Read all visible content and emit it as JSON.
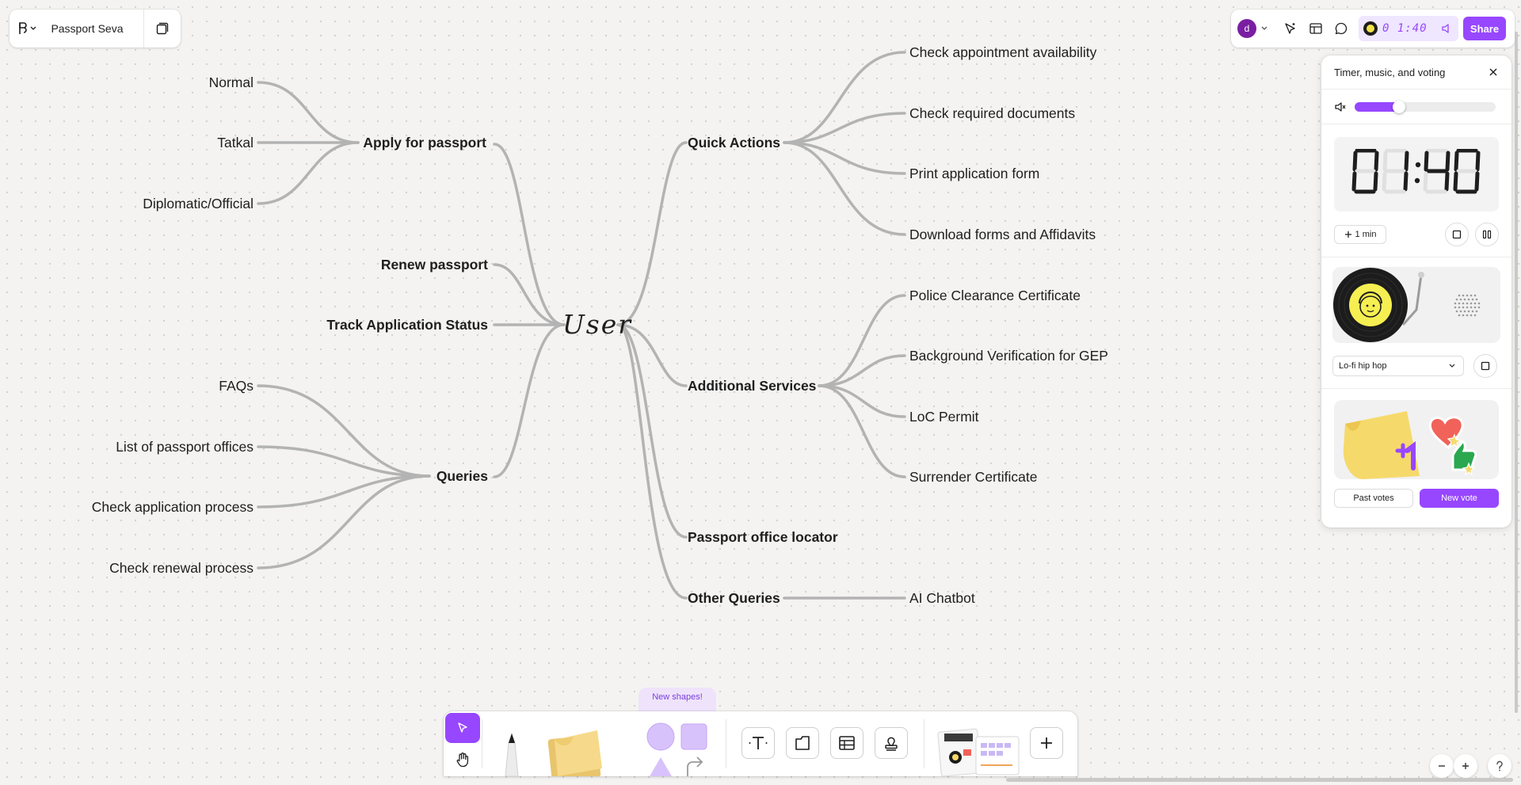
{
  "file": {
    "name": "Passport Seva"
  },
  "topbar": {
    "avatar_letter": "d",
    "timer_value": "0 1:40",
    "share_label": "Share"
  },
  "panel": {
    "title": "Timer, music, and voting",
    "volume_level": 0.28,
    "timer_display": "01:40",
    "add_time_label": "1 min",
    "music_track": "Lo-fi hip hop",
    "past_votes_label": "Past votes",
    "new_vote_label": "New vote"
  },
  "mindmap": {
    "root": "User",
    "left": [
      {
        "label": "Apply for passport",
        "children": [
          "Normal",
          "Tatkal",
          "Diplomatic/Official"
        ]
      },
      {
        "label": "Renew passport",
        "children": []
      },
      {
        "label": "Track Application Status",
        "children": []
      },
      {
        "label": "Queries",
        "children": [
          "FAQs",
          "List of passport offices",
          "Check application process",
          "Check renewal process"
        ]
      }
    ],
    "right": [
      {
        "label": "Quick Actions",
        "children": [
          "Check appointment availability",
          "Check required documents",
          "Print application form",
          "Download forms and Affidavits"
        ]
      },
      {
        "label": "Additional Services",
        "children": [
          "Police Clearance Certificate",
          "Background Verification for GEP",
          "LoC Permit",
          "Surrender Certificate"
        ]
      },
      {
        "label": "Passport office locator",
        "children": []
      },
      {
        "label": "Other Queries",
        "children": [
          "AI Chatbot"
        ]
      }
    ]
  },
  "toolbar": {
    "new_shapes_label": "New shapes!"
  },
  "colors": {
    "accent": "#9747ff",
    "connector": "#b3b3b3",
    "canvas": "#f4f3f2"
  }
}
